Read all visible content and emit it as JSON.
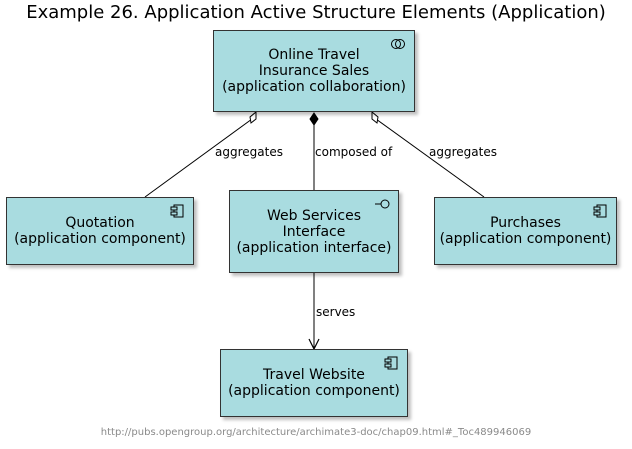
{
  "title": "Example 26. Application Active Structure Elements (Application)",
  "nodes": {
    "online_travel": {
      "lines": [
        "Online Travel",
        "Insurance Sales",
        "(application collaboration)"
      ],
      "icon": "collaboration-icon"
    },
    "quotation": {
      "lines": [
        "Quotation",
        "(application component)"
      ],
      "icon": "component-icon"
    },
    "web_services": {
      "lines": [
        "Web Services",
        "Interface",
        "(application interface)"
      ],
      "icon": "interface-icon"
    },
    "purchases": {
      "lines": [
        "Purchases",
        "(application component)"
      ],
      "icon": "component-icon"
    },
    "travel_website": {
      "lines": [
        "Travel Website",
        "(application component)"
      ],
      "icon": "component-icon"
    }
  },
  "edges": {
    "aggregates_left": "aggregates",
    "composed_of": "composed of",
    "aggregates_right": "aggregates",
    "serves": "serves"
  },
  "colors": {
    "node_fill": "#a9dce0",
    "border": "#333333",
    "footer_text": "#8a8a8a"
  },
  "footer": "http://pubs.opengroup.org/architecture/archimate3-doc/chap09.html#_Toc489946069"
}
